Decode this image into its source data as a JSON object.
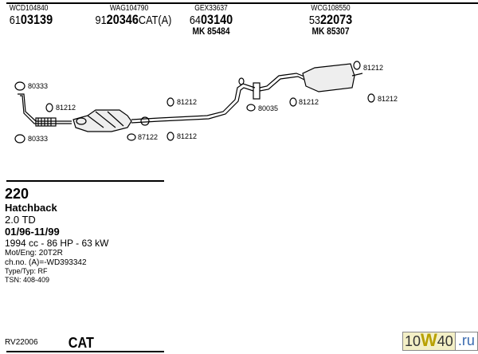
{
  "header_parts": [
    {
      "code": "WCD104840",
      "prefix": "61",
      "number": "03139",
      "suffix": "",
      "mk": ""
    },
    {
      "code": "WAG104790",
      "prefix": "91",
      "number": "20346",
      "suffix": "CAT(A)",
      "mk": ""
    },
    {
      "code": "GEX33637",
      "prefix": "64",
      "number": "03140",
      "suffix": "",
      "mk": "MK 85484"
    },
    {
      "code": "WCG108550",
      "prefix": "53",
      "number": "22073",
      "suffix": "",
      "mk": "MK 85307"
    }
  ],
  "part_labels": {
    "p80333a": "80333",
    "p80333b": "80333",
    "p81212a": "81212",
    "p81212b": "81212",
    "p81212c": "81212",
    "p81212d": "81212",
    "p81212e": "81212",
    "p81212f": "81212",
    "p87122": "87122",
    "p80035": "80035"
  },
  "vehicle": {
    "model": "220",
    "body": "Hatchback",
    "engine": "2.0 TD",
    "period": "01/96-11/99",
    "specs": "1994 cc - 86 HP - 63 kW",
    "mot": "Mot/Eng: 20T2R",
    "chassis": "ch.no. (A)=-WD393342",
    "type": "Type/Typ: RF",
    "tsn": "TSN: 408-409"
  },
  "footer": {
    "ref": "RV22006",
    "cat": "CAT",
    "logo_a": "10",
    "logo_w": "W",
    "logo_b": "40",
    "logo_ru": ".ru"
  }
}
